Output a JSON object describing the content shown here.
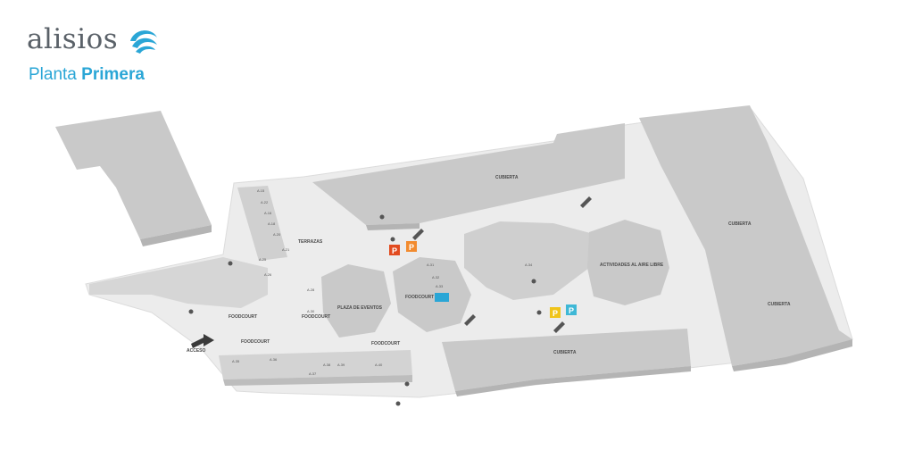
{
  "brand": {
    "name": "alisios",
    "subtitle_prefix": "Planta",
    "subtitle_bold": "Primera"
  },
  "colors": {
    "brand_blue": "#2aa6d6",
    "floor": "#ececec",
    "block": "#c9c9c9",
    "parking_red": "#e24b1f",
    "parking_orange": "#f28b2f",
    "parking_yellow": "#f0c419",
    "parking_green": "#8cc63f",
    "parking_cyan": "#3fb8d6"
  },
  "icons": [
    "logo-wave-icon",
    "parking-icon",
    "escalator-icon",
    "elevator-icon",
    "accessibility-icon",
    "restroom-icon",
    "entrance-arrow-icon"
  ],
  "labels": {
    "cubierta_top": "CUBIERTA",
    "cubierta_right": "CUBIERTA",
    "cubierta_right_lower": "CUBIERTA",
    "cubierta_bottom": "CUBIERTA",
    "terrazas": "TERRAZAS",
    "plaza_eventos": "PLAZA DE EVENTOS",
    "actividades": "ACTIVIDADES AL AIRE LIBRE",
    "foodcourt_1": "FOODCOURT",
    "foodcourt_2": "FOODCOURT",
    "foodcourt_3": "FOODCOURT",
    "foodcourt_4": "FOODCOURT",
    "foodcourt_5": "FOODCOURT",
    "acceso": "ACCESO"
  },
  "parking": {
    "p1": "P",
    "p2": "P",
    "p3": "P",
    "p4": "P"
  },
  "unit_numbers": [
    "A.15",
    "A.22",
    "A.16",
    "A.18",
    "A.20",
    "A.21",
    "A.25",
    "A.26",
    "A.28",
    "A.30",
    "A.31",
    "A.32",
    "A.33",
    "A.34",
    "A.35",
    "A.36",
    "A.37",
    "A.38",
    "A.39",
    "A.40"
  ]
}
